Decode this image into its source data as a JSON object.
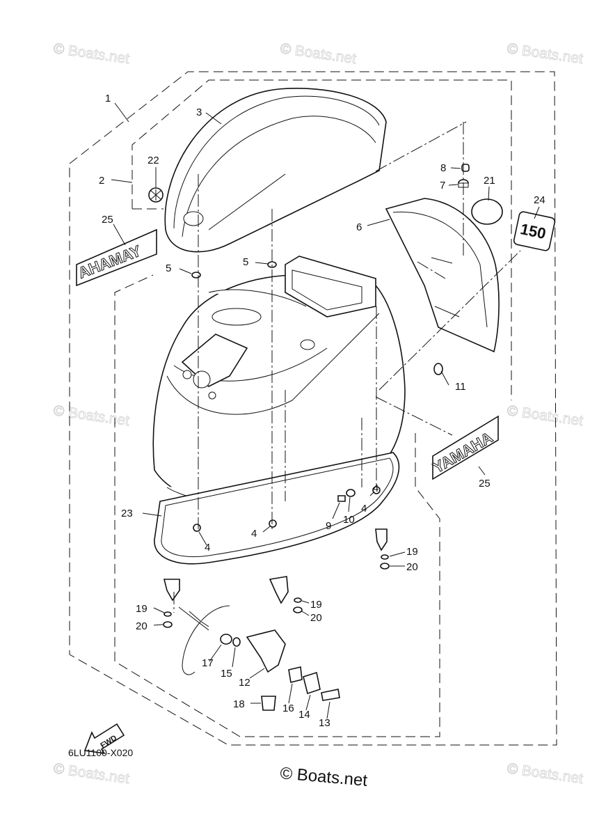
{
  "watermark_text": "© Boats.net",
  "footer_brand": "© Boats.net",
  "diagram_code": "6LU1100-X020",
  "fwd_label": "FWD",
  "decal_left_text": "AHAMAY",
  "decal_right_text": "YAMAHA",
  "decal_small_text": "150",
  "callouts": [
    "1",
    "2",
    "3",
    "4",
    "4",
    "4",
    "4",
    "5",
    "5",
    "6",
    "7",
    "8",
    "9",
    "10",
    "11",
    "12",
    "13",
    "14",
    "15",
    "16",
    "17",
    "18",
    "19",
    "19",
    "19",
    "20",
    "20",
    "20",
    "21",
    "22",
    "23",
    "24",
    "25",
    "25"
  ]
}
